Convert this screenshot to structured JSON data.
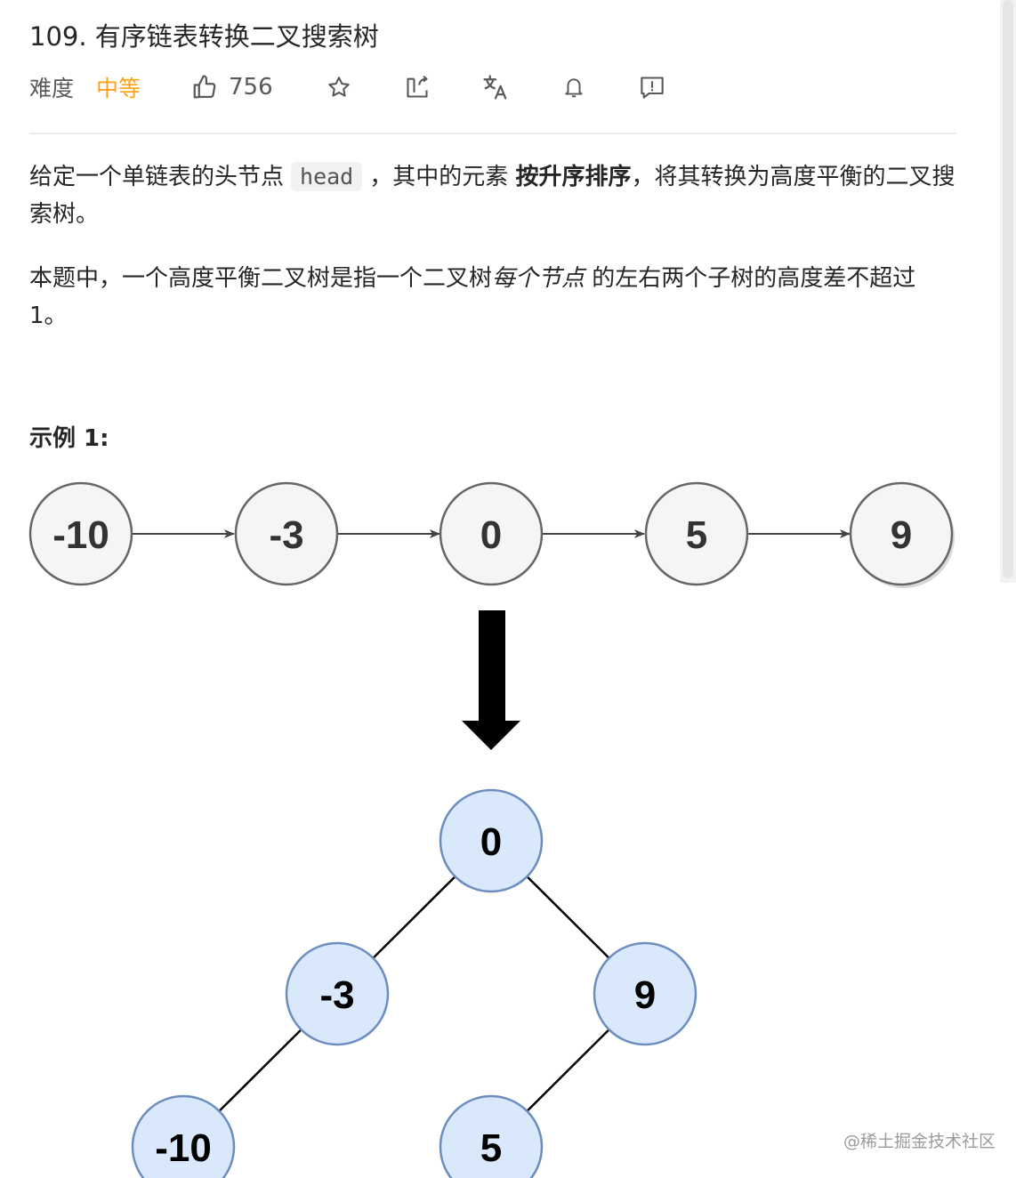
{
  "problem": {
    "title": "109. 有序链表转换二叉搜索树",
    "difficulty_label": "难度",
    "difficulty_value": "中等",
    "likes": "756"
  },
  "toolbar_icons": [
    "like-icon",
    "star-icon",
    "share-icon",
    "translate-icon",
    "bell-icon",
    "feedback-icon"
  ],
  "description": {
    "p1_a": "给定一个单链表的头节点",
    "p1_code": "head",
    "p1_b": "，其中的元素",
    "p1_bold": "按升序排序",
    "p1_c": "，将其转换为高度平衡的二叉搜索树。",
    "p2_a": "本题中，一个高度平衡二叉树是指一个二叉树",
    "p2_italic": "每个节点",
    "p2_b": "的左右两个子树的高度差不超过 1。"
  },
  "example": {
    "heading": "示例 1:",
    "list_nodes": [
      "-10",
      "-3",
      "0",
      "5",
      "9"
    ],
    "tree": {
      "root": "0",
      "left": "-3",
      "right": "9",
      "left_left": "-10",
      "right_left": "5"
    }
  },
  "watermark": "@稀土掘金技术社区",
  "colors": {
    "accent": "#ffa116",
    "list_node_fill": "#f5f5f5",
    "tree_node_fill": "#dae8fc",
    "tree_node_stroke": "#6c8ebf"
  }
}
